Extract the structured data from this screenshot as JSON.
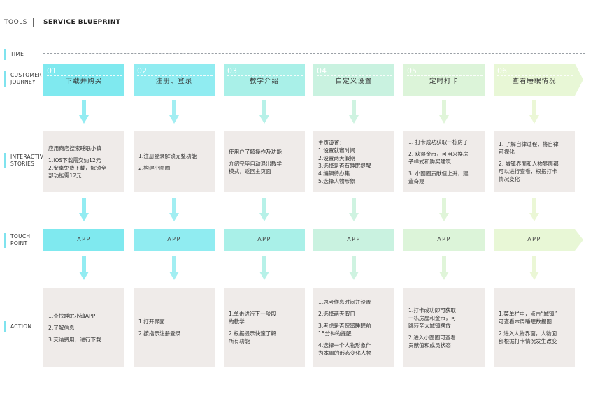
{
  "header": {
    "tools": "TOOLS",
    "title": "SERVICE  BLUEPRINT"
  },
  "rows": {
    "time": [
      "TIME"
    ],
    "journey": [
      "CUSTOMER",
      "JOURNEY"
    ],
    "stories": [
      "INTERACTIVE",
      "STORIES"
    ],
    "touch": [
      "TOUCH",
      "POINT"
    ],
    "action": [
      "ACTION"
    ]
  },
  "colors": {
    "label_bar": "#7fe3ee",
    "stage_fill": [
      "#7fe9ef",
      "#90ecf1",
      "#a9f0e8",
      "#c9f2e0",
      "#dcf4d9",
      "#e8f7d6"
    ],
    "arrow_fill": [
      "#93ecf2",
      "#a2eef2",
      "#b7f1e8",
      "#cff3e1",
      "#e0f5d9",
      "#ebf7d6"
    ],
    "card_bg": "#efebe9"
  },
  "stages": [
    {
      "num": "01",
      "name": "下载并购买"
    },
    {
      "num": "02",
      "name": "注册、登录"
    },
    {
      "num": "03",
      "name": "教学介绍"
    },
    {
      "num": "04",
      "name": "自定义设置"
    },
    {
      "num": "05",
      "name": "定时打卡"
    },
    {
      "num": "06",
      "name": "查看睡眠情况"
    }
  ],
  "stories": [
    {
      "lines": [
        "应用商店搜索睡眠小镇",
        "",
        "1.iOS下载需交纳12元",
        "2.安卓免费下载，解锁全",
        "   部功能需12元"
      ]
    },
    {
      "lines": [
        "1.注册登录解锁完整功能",
        "",
        "2.构建小圈圈"
      ]
    },
    {
      "lines": [
        "使用户了解操作及功能",
        "",
        "介绍完毕自动退出教学",
        "模式，返回主页面"
      ]
    },
    {
      "lines": [
        "主页设置：",
        "1.设置就寝时间",
        "2.设置两天假期",
        "3.选择是否有睡眠提醒",
        "4.编辑待办集",
        "5.选择人物形象"
      ]
    },
    {
      "lines": [
        "1. 打卡成功获取一栋房子",
        "",
        "2. 获得金币，可用来换房",
        "子样式和购买建筑",
        "",
        "3. 小圈圈贡献值上升，建",
        "造奇观"
      ]
    },
    {
      "lines": [
        "1. 了解自律过程，将自律",
        "可视化",
        "",
        "2. 城镇界面和人物界面都",
        "可以进行查看，根据打卡",
        "情况变化"
      ]
    }
  ],
  "touchpoints": [
    {
      "label": "APP"
    },
    {
      "label": "APP"
    },
    {
      "label": "APP"
    },
    {
      "label": "APP"
    },
    {
      "label": "APP"
    },
    {
      "label": "APP"
    }
  ],
  "actions": [
    {
      "lines": [
        "1.查找睡眠小镇APP",
        "",
        "2.了解信息",
        "",
        "3.交纳费用，进行下载"
      ]
    },
    {
      "lines": [
        "1.打开界面",
        "",
        "2.按指示注册登录"
      ]
    },
    {
      "lines": [
        "1.单击进行下一阶段",
        "的教学",
        "",
        "2.根据提示快速了解",
        "所有功能"
      ]
    },
    {
      "lines": [
        "1.思考作息时间并设置",
        "",
        "2.选择两天假日",
        "",
        "3.考虑是否保留睡眠前",
        "15分钟的提醒",
        "",
        "4.选择一个人物形象作",
        "为本周的形态变化人物"
      ]
    },
    {
      "lines": [
        "1.打卡成功即可获取",
        "一栋房屋和金币，可",
        "跳转至大城镇摆放",
        "",
        "2.进入小圈圈可查看",
        "贡献值和成员状态"
      ]
    },
    {
      "lines": [
        "1.菜单栏中，点击“城镇”",
        "可查看本周睡眠数据图",
        "",
        "2.进入人物界面，人物面",
        "部根据打卡情况发生改变"
      ]
    }
  ]
}
